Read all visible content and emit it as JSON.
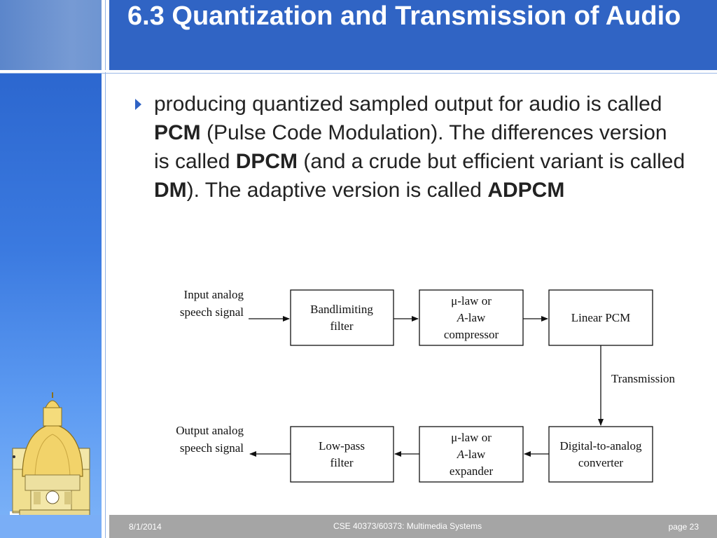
{
  "slide": {
    "title": "6.3 Quantization and Transmission of Audio",
    "bullet": {
      "t1": "producing quantized sampled output for audio is called ",
      "b1": "PCM",
      "t2": " (Pulse Code Modulation). The differences version is called ",
      "b2": "DPCM",
      "t3": " (and a crude but efficient variant is called ",
      "b3": "DM",
      "t4": "). The adaptive version is called ",
      "b4": "ADPCM"
    }
  },
  "diagram": {
    "input_label_1": "Input analog",
    "input_label_2": "speech signal",
    "output_label_1": "Output analog",
    "output_label_2": "speech signal",
    "box_bandlimit_1": "Bandlimiting",
    "box_bandlimit_2": "filter",
    "box_compressor_1": "μ-law or",
    "box_compressor_2a": "A",
    "box_compressor_2b": "-law",
    "box_compressor_3": "compressor",
    "box_linear_pcm": "Linear PCM",
    "transmission_label": "Transmission",
    "box_lowpass_1": "Low-pass",
    "box_lowpass_2": "filter",
    "box_expander_1": "μ-law or",
    "box_expander_2a": "A",
    "box_expander_2b": "-law",
    "box_expander_3": "expander",
    "box_dac_1": "Digital-to-analog",
    "box_dac_2": "converter"
  },
  "footer": {
    "date": "8/1/2014",
    "course": "CSE 40373/60373: Multimedia Systems",
    "page": "page 23"
  },
  "colors": {
    "header_blue": "#3064c4",
    "sidebar_blue": "#3b7ae0",
    "footer_gray": "#a5a5a5",
    "bullet_blue": "#2f62c4"
  },
  "icons": [
    "bullet-arrow-icon",
    "golden-dome-logo"
  ]
}
